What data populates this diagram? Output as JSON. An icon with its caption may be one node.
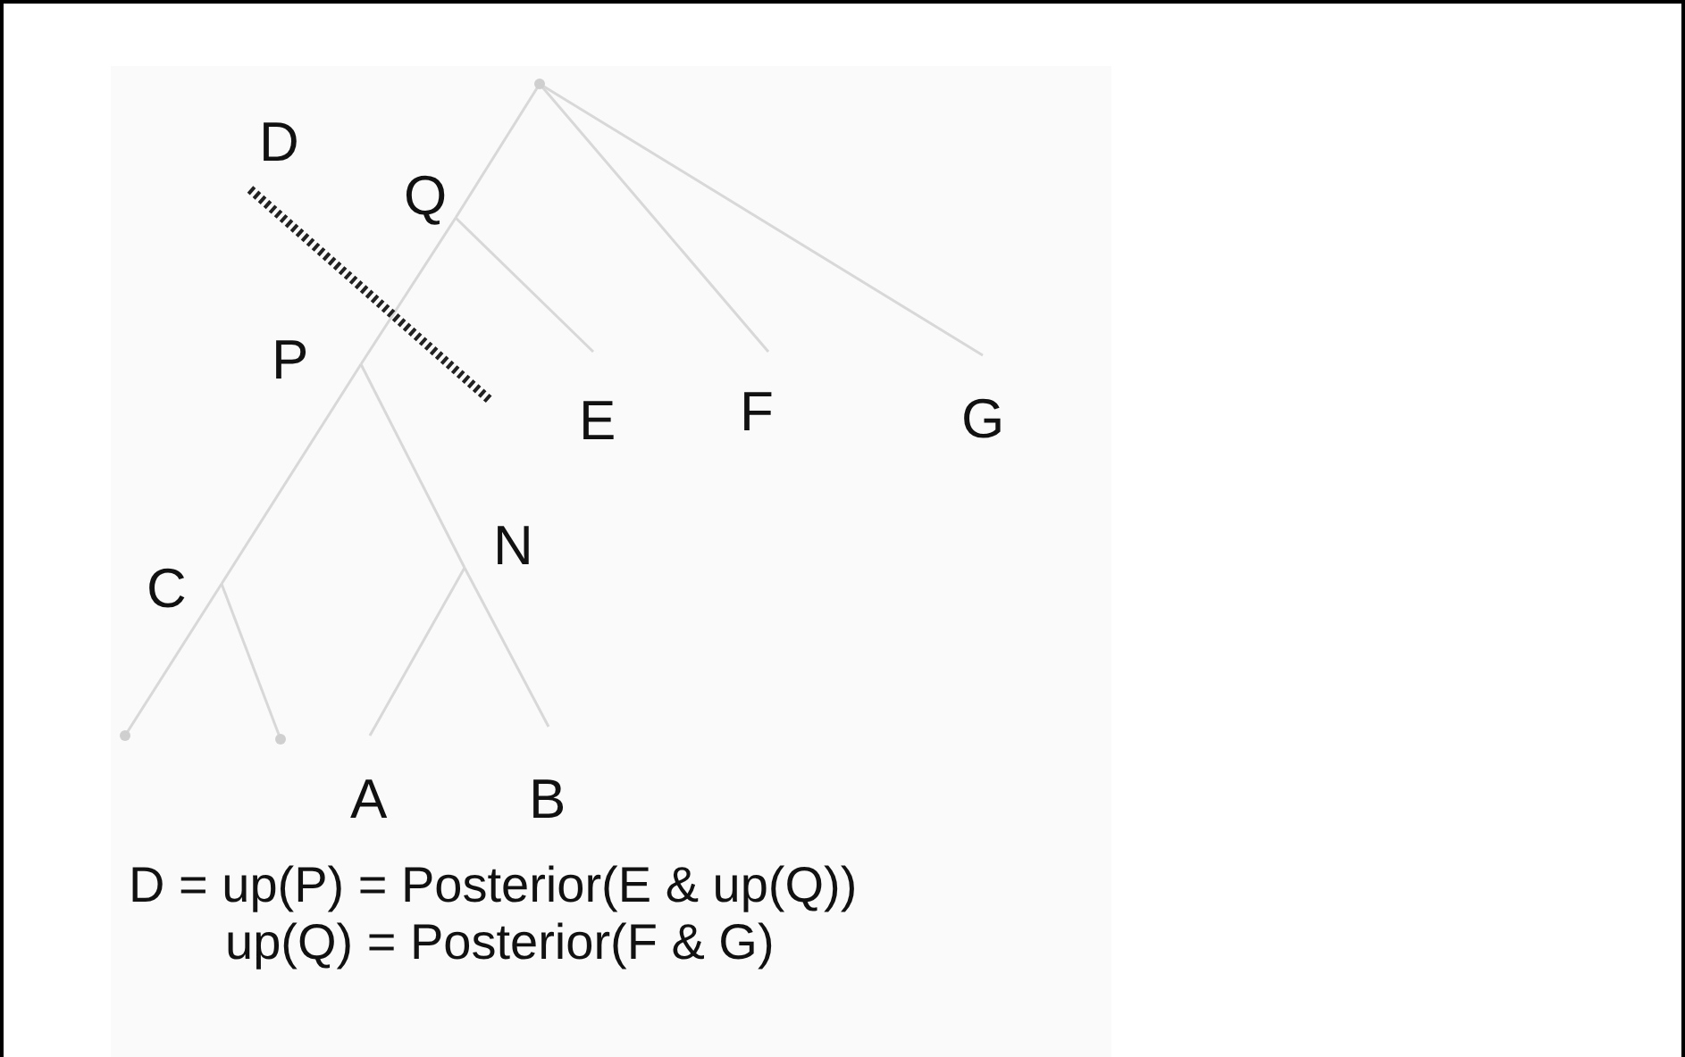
{
  "diagram": {
    "nodes": [
      {
        "text": [],
        "shape": "point"
      },
      {
        "text": [
          "Q"
        ]
      },
      {
        "text": [
          "E"
        ]
      },
      {
        "text": [
          "F"
        ]
      },
      {
        "text": [
          "G"
        ]
      },
      {
        "text": [
          "P"
        ]
      },
      {
        "text": [
          "C"
        ]
      },
      {
        "text": [
          "N"
        ]
      },
      {
        "text": [],
        "shape": "point"
      },
      {
        "text": [],
        "shape": "point"
      },
      {
        "text": [
          "A"
        ]
      },
      {
        "text": [
          "B"
        ]
      }
    ],
    "edges": [
      {
        "from": 0,
        "to": 1,
        "arrow": "none"
      },
      {
        "from": 0,
        "to": 3,
        "arrow": "none"
      },
      {
        "from": 0,
        "to": 4,
        "arrow": "none"
      },
      {
        "from": 1,
        "to": 2,
        "arrow": "none"
      },
      {
        "from": 1,
        "to": 5,
        "arrow": "none"
      },
      {
        "from": 5,
        "to": 6,
        "arrow": "none"
      },
      {
        "from": 5,
        "to": 7,
        "arrow": "none"
      },
      {
        "from": 6,
        "to": 8,
        "arrow": "none"
      },
      {
        "from": 6,
        "to": 9,
        "arrow": "none"
      },
      {
        "from": 7,
        "to": 10,
        "arrow": "none"
      },
      {
        "from": 7,
        "to": 11,
        "arrow": "none"
      }
    ],
    "labels": [
      "D",
      "D = up(P) = Posterior(E & up(Q))",
      "up(Q) = Posterior(F & G)"
    ]
  }
}
